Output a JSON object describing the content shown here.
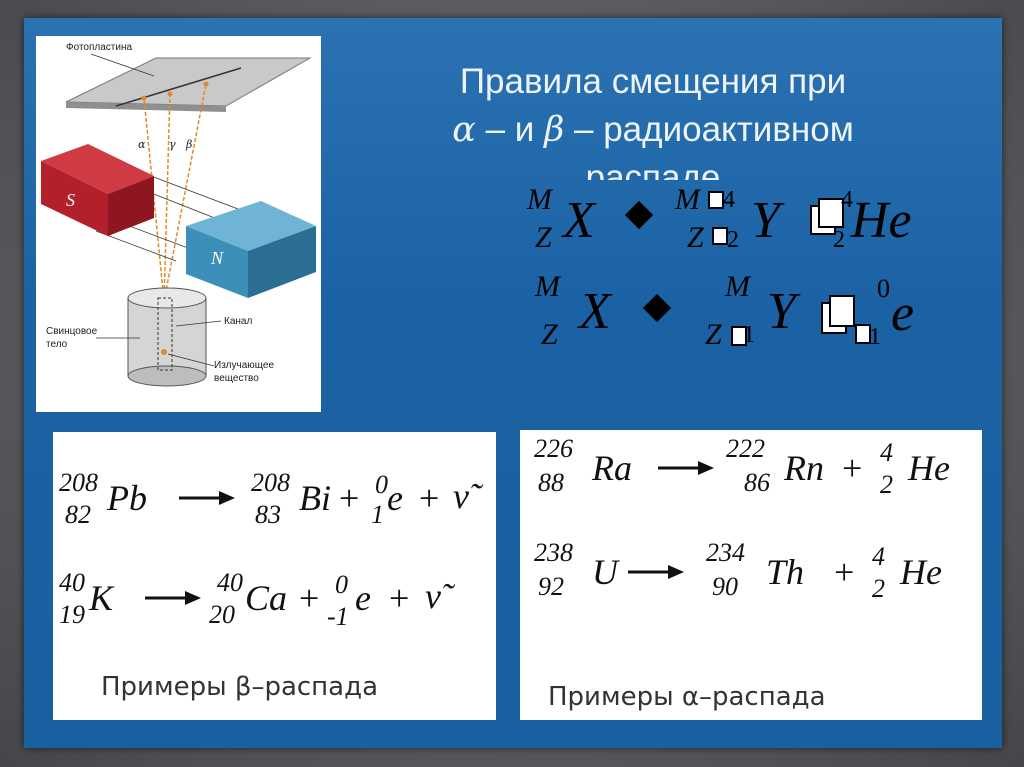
{
  "diagram": {
    "plate_label": "Фотопластина",
    "alpha": "α",
    "gamma": "γ",
    "beta": "β",
    "magnet_s": "S",
    "magnet_n": "N",
    "channel_label": "Канал",
    "lead_label_1": "Свинцовое",
    "lead_label_2": "тело",
    "source_label_1": "Излучающее",
    "source_label_2": "вещество"
  },
  "title": {
    "line1": "Правила смещения при",
    "alpha_sym": "α",
    "and_word": "– и",
    "beta_sym": "β",
    "line2_tail": "– радиоактивном",
    "line3": "распаде"
  },
  "rule1": {
    "mass": "M",
    "charge": "Z",
    "parent": "X",
    "d_mass": "M",
    "d_mass_shift": "4",
    "d_charge": "Z",
    "d_charge_shift": "2",
    "daughter": "Y",
    "p_mass": "4",
    "p_charge": "2",
    "particle": "He"
  },
  "rule2": {
    "mass": "M",
    "charge": "Z",
    "parent": "X",
    "d_mass": "M",
    "d_charge": "Z",
    "d_charge_shift": "1",
    "daughter": "Y",
    "p_mass": "0",
    "p_charge": "1",
    "particle": "e"
  },
  "beta_examples": {
    "r1": {
      "m1": "208",
      "z1": "82",
      "el1": "Pb",
      "m2": "208",
      "z2": "83",
      "el2": "Bi",
      "plus": "+",
      "em": "0",
      "ez": "1",
      "e": "e",
      "plus2": "+",
      "nu": "ν̃"
    },
    "r2": {
      "m1": "40",
      "z1": "19",
      "el1": "K",
      "m2": "40",
      "z2": "20",
      "el2": "Ca",
      "plus": "+",
      "em": "0",
      "ez": "-1",
      "e": "e",
      "plus2": "+",
      "nu": "ν̃"
    },
    "caption": "Примеры β–распада"
  },
  "alpha_examples": {
    "r1": {
      "m1": "226",
      "z1": "88",
      "el1": "Ra",
      "m2": "222",
      "z2": "86",
      "el2": "Rn",
      "plus": "+",
      "hm": "4",
      "hz": "2",
      "he": "He"
    },
    "r2": {
      "m1": "238",
      "z1": "92",
      "el1": "U",
      "m2": "234",
      "z2": "90",
      "el2": "Th",
      "plus": "+",
      "hm": "4",
      "hz": "2",
      "he": "He"
    },
    "caption": "Примеры α–распада"
  },
  "colors": {
    "slide_bg": "#1a64a6",
    "magnet_s": "#b3202c",
    "magnet_n": "#3b8fb8",
    "rays": "#e08a2c"
  }
}
